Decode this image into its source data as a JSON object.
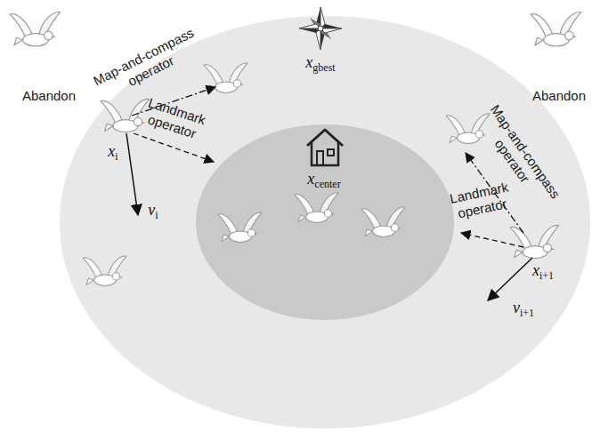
{
  "diagram": {
    "labels": [
      "Abandon",
      "Map-and-compass operator",
      "Landmark operator",
      "xi",
      "vi",
      "xgbest",
      "xcenter",
      "Abandon",
      "Map-and-compass operator",
      "Landmark operator",
      "xi+1",
      "vi+1"
    ]
  }
}
